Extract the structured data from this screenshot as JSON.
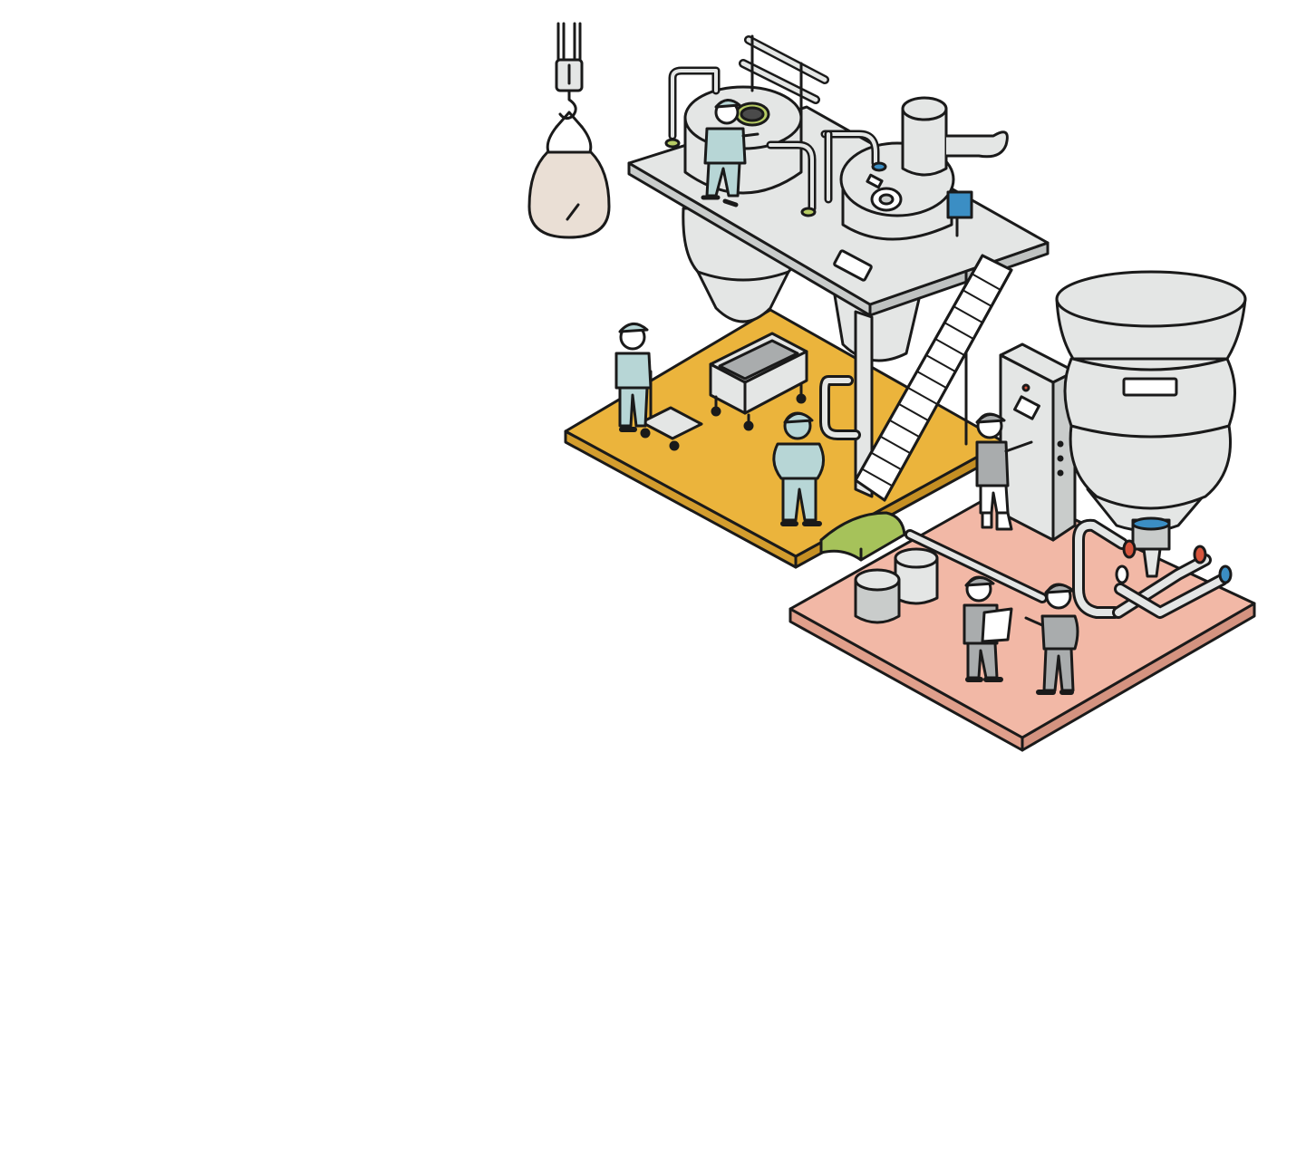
{
  "palette": {
    "outline": "#1a1a1a",
    "yellow_platform": "#ebb43c",
    "pink_platform": "#f2b8a6",
    "machine_gray": "#e4e6e5",
    "machine_shadow": "#c9cccb",
    "worker_blue": "#b7d6d6",
    "worker_gray": "#a9acad",
    "bag_beige": "#eadfd5",
    "green_chute": "#a6c25a",
    "accent_blue": "#3b8ec4",
    "accent_red": "#d6553d",
    "accent_green": "#b7cc64"
  },
  "scene": {
    "objects": [
      "crane-hook-icon",
      "bulk-bag-icon",
      "spray-dryer-tanks",
      "upper-deck",
      "staircase",
      "cart-icon",
      "hand-truck-icon",
      "control-panel",
      "blending-tank",
      "canisters",
      "clipboard-icon",
      "green-chute",
      "worker-figures"
    ]
  }
}
